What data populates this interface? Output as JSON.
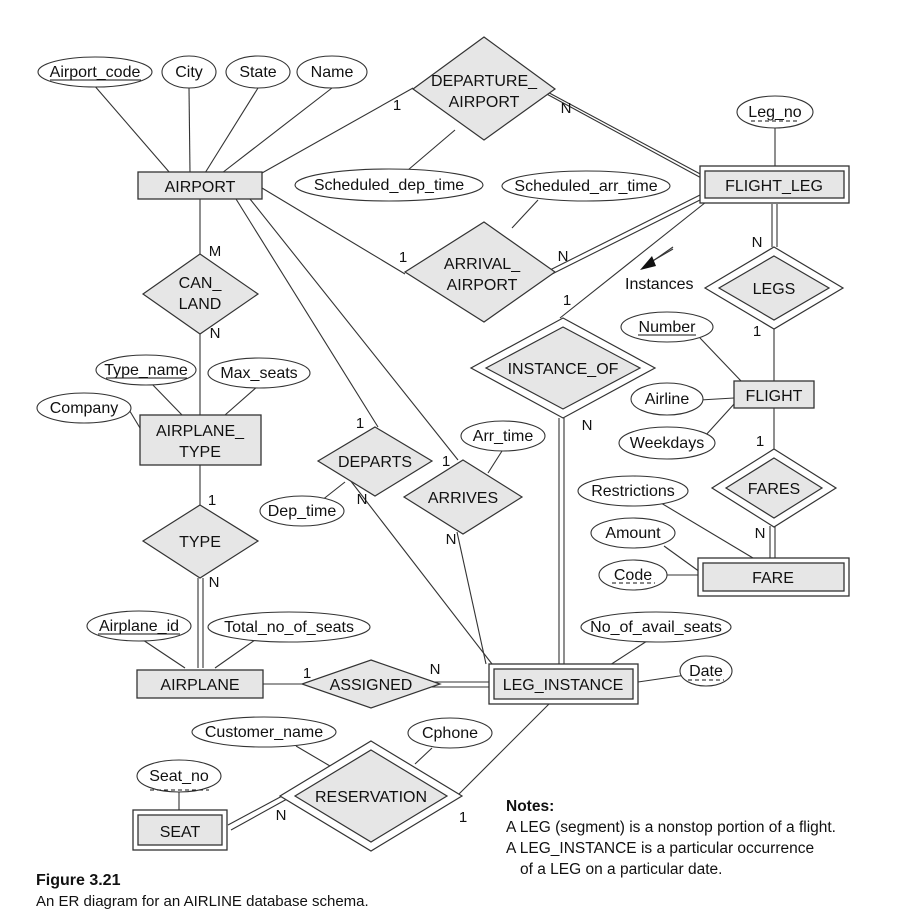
{
  "entities": {
    "airport": "AIRPORT",
    "flight_leg": "FLIGHT_LEG",
    "airplane_type": [
      "AIRPLANE_",
      "TYPE"
    ],
    "flight": "FLIGHT",
    "fare": "FARE",
    "airplane": "AIRPLANE",
    "leg_instance": "LEG_INSTANCE",
    "seat": "SEAT"
  },
  "relationships": {
    "departure_airport": [
      "DEPARTURE_",
      "AIRPORT"
    ],
    "arrival_airport": [
      "ARRIVAL_",
      "AIRPORT"
    ],
    "can_land": [
      "CAN_",
      "LAND"
    ],
    "legs": "LEGS",
    "instance_of": "INSTANCE_OF",
    "departs": "DEPARTS",
    "arrives": "ARRIVES",
    "fares": "FARES",
    "type": "TYPE",
    "assigned": "ASSIGNED",
    "reservation": "RESERVATION"
  },
  "attributes": {
    "airport_code": "Airport_code",
    "city": "City",
    "state": "State",
    "name": "Name",
    "leg_no": "Leg_no",
    "scheduled_dep_time": "Scheduled_dep_time",
    "scheduled_arr_time": "Scheduled_arr_time",
    "number": "Number",
    "airline": "Airline",
    "weekdays": "Weekdays",
    "type_name": "Type_name",
    "max_seats": "Max_seats",
    "company": "Company",
    "arr_time": "Arr_time",
    "dep_time": "Dep_time",
    "restrictions": "Restrictions",
    "amount": "Amount",
    "code": "Code",
    "airplane_id": "Airplane_id",
    "total_no_of_seats": "Total_no_of_seats",
    "no_of_avail_seats": "No_of_avail_seats",
    "date": "Date",
    "customer_name": "Customer_name",
    "cphone": "Cphone",
    "seat_no": "Seat_no"
  },
  "cardinalities": {
    "dep_airport_1": "1",
    "dep_flightleg_n": "N",
    "arr_airport_1": "1",
    "arr_flightleg_n": "N",
    "canland_m": "M",
    "canland_n": "N",
    "legs_n": "N",
    "legs_1": "1",
    "instanceof_1": "1",
    "instanceof_n": "N",
    "departs_1": "1",
    "departs_n": "N",
    "arrives_1": "1",
    "arrives_n": "N",
    "fares_1": "1",
    "fares_n": "N",
    "type_1": "1",
    "type_n": "N",
    "assigned_1": "1",
    "assigned_n": "N",
    "reservation_n": "N",
    "reservation_1": "1"
  },
  "annotation": {
    "instances": "Instances"
  },
  "notes": {
    "heading": "Notes:",
    "line1": "A LEG (segment) is a nonstop portion of a flight.",
    "line2": "A LEG_INSTANCE is a particular occurrence",
    "line3": "of a LEG on a particular date."
  },
  "caption": {
    "label": "Figure 3.21",
    "text": "An ER diagram for an AIRLINE database schema."
  }
}
